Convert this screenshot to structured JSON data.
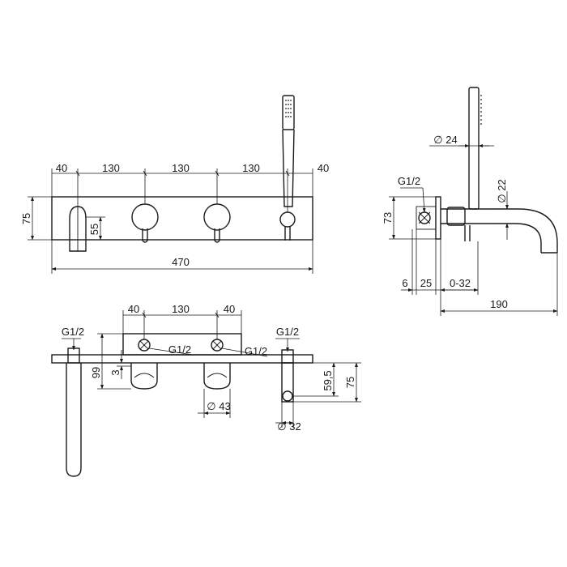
{
  "front_view": {
    "dim_40_left": "40",
    "dim_130_a": "130",
    "dim_130_b": "130",
    "dim_130_c": "130",
    "dim_40_right": "40",
    "dim_75": "75",
    "dim_55": "55",
    "dim_470": "470"
  },
  "side_view": {
    "dim_24": "∅ 24",
    "dim_g12": "G1/2",
    "dim_22": "∅ 22",
    "dim_73": "73",
    "dim_6": "6",
    "dim_25": "25",
    "dim_0_32": "0-32",
    "dim_190": "190"
  },
  "top_view": {
    "dim_40_left": "40",
    "dim_130": "130",
    "dim_40_right": "40",
    "g12_left": "G1/2",
    "g12_mid_a": "G1/2",
    "g12_mid_b": "G1/2",
    "g12_right": "G1/2",
    "dim_99": "99",
    "dim_3": "3",
    "dim_43": "∅ 43",
    "dim_59_5": "59,5",
    "dim_75": "75",
    "dim_32": "∅ 32"
  }
}
